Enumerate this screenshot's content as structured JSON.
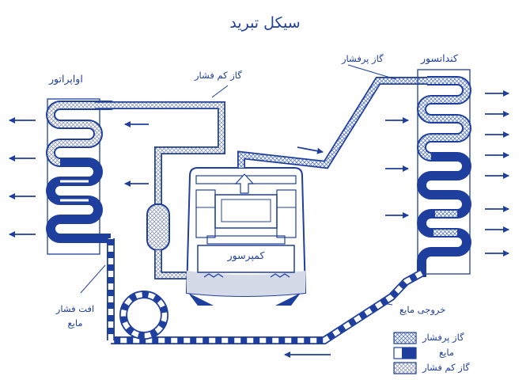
{
  "title": "سیکل تبرید",
  "labels": {
    "evaporator": "اواپراتور",
    "condenser": "کندانسور",
    "compressor": "کمپرسور",
    "low_pressure_gas": "گاز کم فشار",
    "high_pressure_gas": "گاز پرفشار",
    "pressure_drop_line1": "افت فشار",
    "pressure_drop_line2": "مایع",
    "liquid_outlet": "خروجی مایع"
  },
  "legend": [
    {
      "pattern": "crosshatch-blue",
      "label": "گاز پرفشار"
    },
    {
      "pattern": "solid-blue",
      "label": "مایع"
    },
    {
      "pattern": "crosshatch-gray",
      "label": "گاز کم فشار"
    }
  ],
  "colors": {
    "stroke": "#1f3f9e",
    "liquid": "#1f3f9e",
    "high_pressure_hatch": "#5b79c8",
    "low_pressure_hatch": "#8f9ab8"
  }
}
